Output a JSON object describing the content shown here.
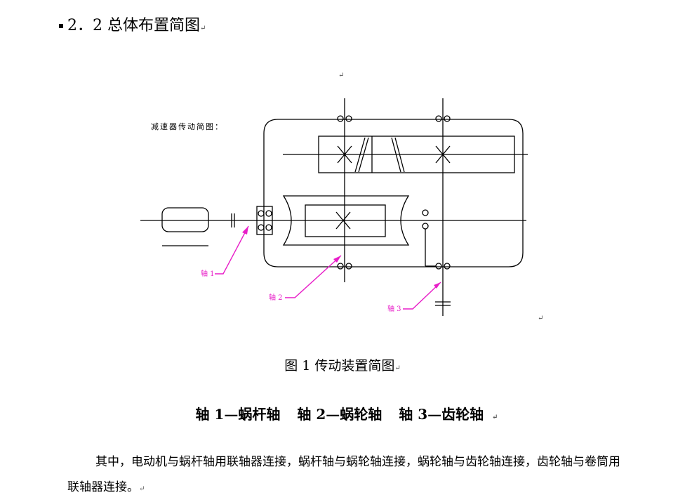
{
  "heading": "2．2 总体布置简图",
  "paragraph_mark": "↵",
  "diagram": {
    "title": "减速器传动简图：",
    "labels": [
      "轴 1",
      "轴 2",
      "轴 3"
    ],
    "line_color": "#000000",
    "label_color": "#e81ec8"
  },
  "figure_caption": "图 1  传动装置简图",
  "legend": [
    "轴 1—蜗杆轴",
    "轴 2—蜗轮轴",
    "轴 3—齿轮轴"
  ],
  "paragraph": "其中，电动机与蜗杆轴用联轴器连接，蜗杆轴与蜗轮轴连接，蜗轮轴与齿轮轴连接，齿轮轴与卷筒用联轴器连接。"
}
